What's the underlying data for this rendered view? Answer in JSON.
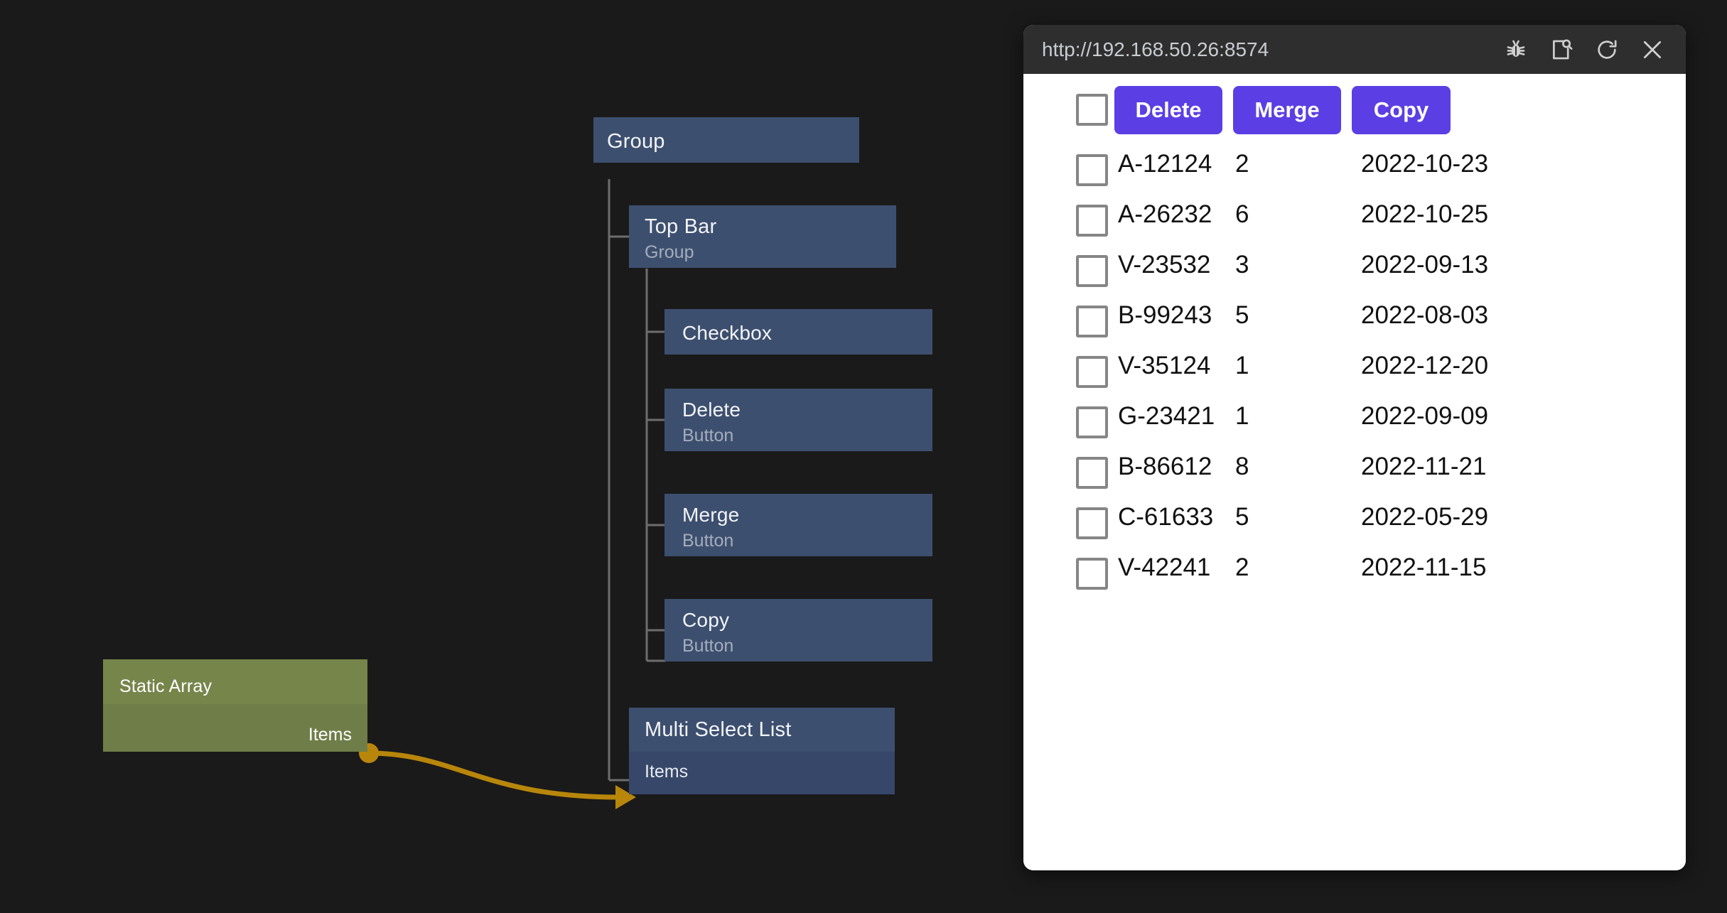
{
  "editor": {
    "background": "#1a1a1a",
    "nodes": {
      "root": {
        "title": "Group"
      },
      "topbar": {
        "title": "Top Bar",
        "subtitle": "Group"
      },
      "children": [
        {
          "title": "Checkbox",
          "subtitle": ""
        },
        {
          "title": "Delete",
          "subtitle": "Button"
        },
        {
          "title": "Merge",
          "subtitle": "Button"
        },
        {
          "title": "Copy",
          "subtitle": "Button"
        }
      ],
      "multi_select_list": {
        "title": "Multi Select List",
        "port": "Items"
      },
      "static_array": {
        "title": "Static Array",
        "port": "Items",
        "color": "#76854a"
      }
    },
    "connection": {
      "color": "#b8860b",
      "from": "Static Array.Items",
      "to": "Multi Select List.Items"
    }
  },
  "preview": {
    "url": "http://192.168.50.26:8574",
    "titlebar_icons": [
      "bug-icon",
      "inspect-element-icon",
      "reload-icon",
      "close-icon"
    ],
    "toolbar": {
      "select_all_checkbox": "",
      "buttons": [
        "Delete",
        "Merge",
        "Copy"
      ],
      "button_color": "#5b3fe4"
    },
    "table": {
      "rows": [
        {
          "id": "A-12124",
          "qty": "2",
          "date": "2022-10-23"
        },
        {
          "id": "A-26232",
          "qty": "6",
          "date": "2022-10-25"
        },
        {
          "id": "V-23532",
          "qty": "3",
          "date": "2022-09-13"
        },
        {
          "id": "B-99243",
          "qty": "5",
          "date": "2022-08-03"
        },
        {
          "id": "V-35124",
          "qty": "1",
          "date": "2022-12-20"
        },
        {
          "id": "G-23421",
          "qty": "1",
          "date": "2022-09-09"
        },
        {
          "id": "B-86612",
          "qty": "8",
          "date": "2022-11-21"
        },
        {
          "id": "C-61633",
          "qty": "5",
          "date": "2022-05-29"
        },
        {
          "id": "V-42241",
          "qty": "2",
          "date": "2022-11-15"
        }
      ]
    }
  }
}
